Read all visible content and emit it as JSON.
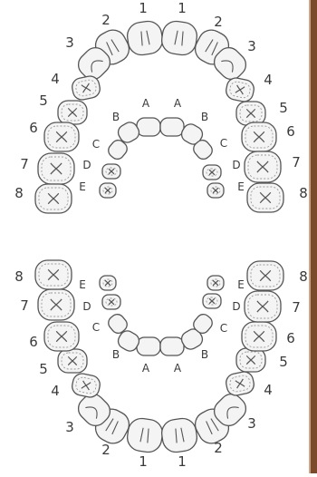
{
  "tooth_fill": "#f4f4f4",
  "tooth_stroke": "#555555",
  "border_color": "#7a4a2a",
  "upper": {
    "permanent": [
      {
        "num": "1",
        "mark": "ll"
      },
      {
        "num": "2",
        "mark": "ll"
      },
      {
        "num": "3",
        "mark": "curve"
      },
      {
        "num": "4",
        "mark": "x"
      },
      {
        "num": "5",
        "mark": "x"
      },
      {
        "num": "6",
        "mark": "x"
      },
      {
        "num": "7",
        "mark": "x"
      },
      {
        "num": "8",
        "mark": "x"
      },
      {
        "num": "1",
        "mark": "ll"
      },
      {
        "num": "2",
        "mark": "ll"
      },
      {
        "num": "3",
        "mark": "curve"
      },
      {
        "num": "4",
        "mark": "x"
      },
      {
        "num": "5",
        "mark": "x"
      },
      {
        "num": "6",
        "mark": "x"
      },
      {
        "num": "7",
        "mark": "x"
      },
      {
        "num": "8",
        "mark": "x"
      }
    ],
    "primary": [
      {
        "letter": "A",
        "mark": ""
      },
      {
        "letter": "B",
        "mark": ""
      },
      {
        "letter": "C",
        "mark": ""
      },
      {
        "letter": "D",
        "mark": "x"
      },
      {
        "letter": "E",
        "mark": "x"
      },
      {
        "letter": "A",
        "mark": ""
      },
      {
        "letter": "B",
        "mark": ""
      },
      {
        "letter": "C",
        "mark": ""
      },
      {
        "letter": "D",
        "mark": "x"
      },
      {
        "letter": "E",
        "mark": "x"
      }
    ]
  },
  "lower": {
    "permanent": [
      {
        "num": "1",
        "mark": "ll"
      },
      {
        "num": "2",
        "mark": "ll"
      },
      {
        "num": "3",
        "mark": "curve"
      },
      {
        "num": "4",
        "mark": "x"
      },
      {
        "num": "5",
        "mark": "x"
      },
      {
        "num": "6",
        "mark": "x"
      },
      {
        "num": "7",
        "mark": "x"
      },
      {
        "num": "8",
        "mark": "x"
      },
      {
        "num": "1",
        "mark": "ll"
      },
      {
        "num": "2",
        "mark": "ll"
      },
      {
        "num": "3",
        "mark": "curve"
      },
      {
        "num": "4",
        "mark": "x"
      },
      {
        "num": "5",
        "mark": "x"
      },
      {
        "num": "6",
        "mark": "x"
      },
      {
        "num": "7",
        "mark": "x"
      },
      {
        "num": "8",
        "mark": "x"
      }
    ],
    "primary": [
      {
        "letter": "A",
        "mark": ""
      },
      {
        "letter": "B",
        "mark": ""
      },
      {
        "letter": "C",
        "mark": ""
      },
      {
        "letter": "D",
        "mark": "x"
      },
      {
        "letter": "E",
        "mark": "x"
      },
      {
        "letter": "A",
        "mark": ""
      },
      {
        "letter": "B",
        "mark": ""
      },
      {
        "letter": "C",
        "mark": ""
      },
      {
        "letter": "D",
        "mark": "x"
      },
      {
        "letter": "E",
        "mark": "x"
      }
    ]
  }
}
